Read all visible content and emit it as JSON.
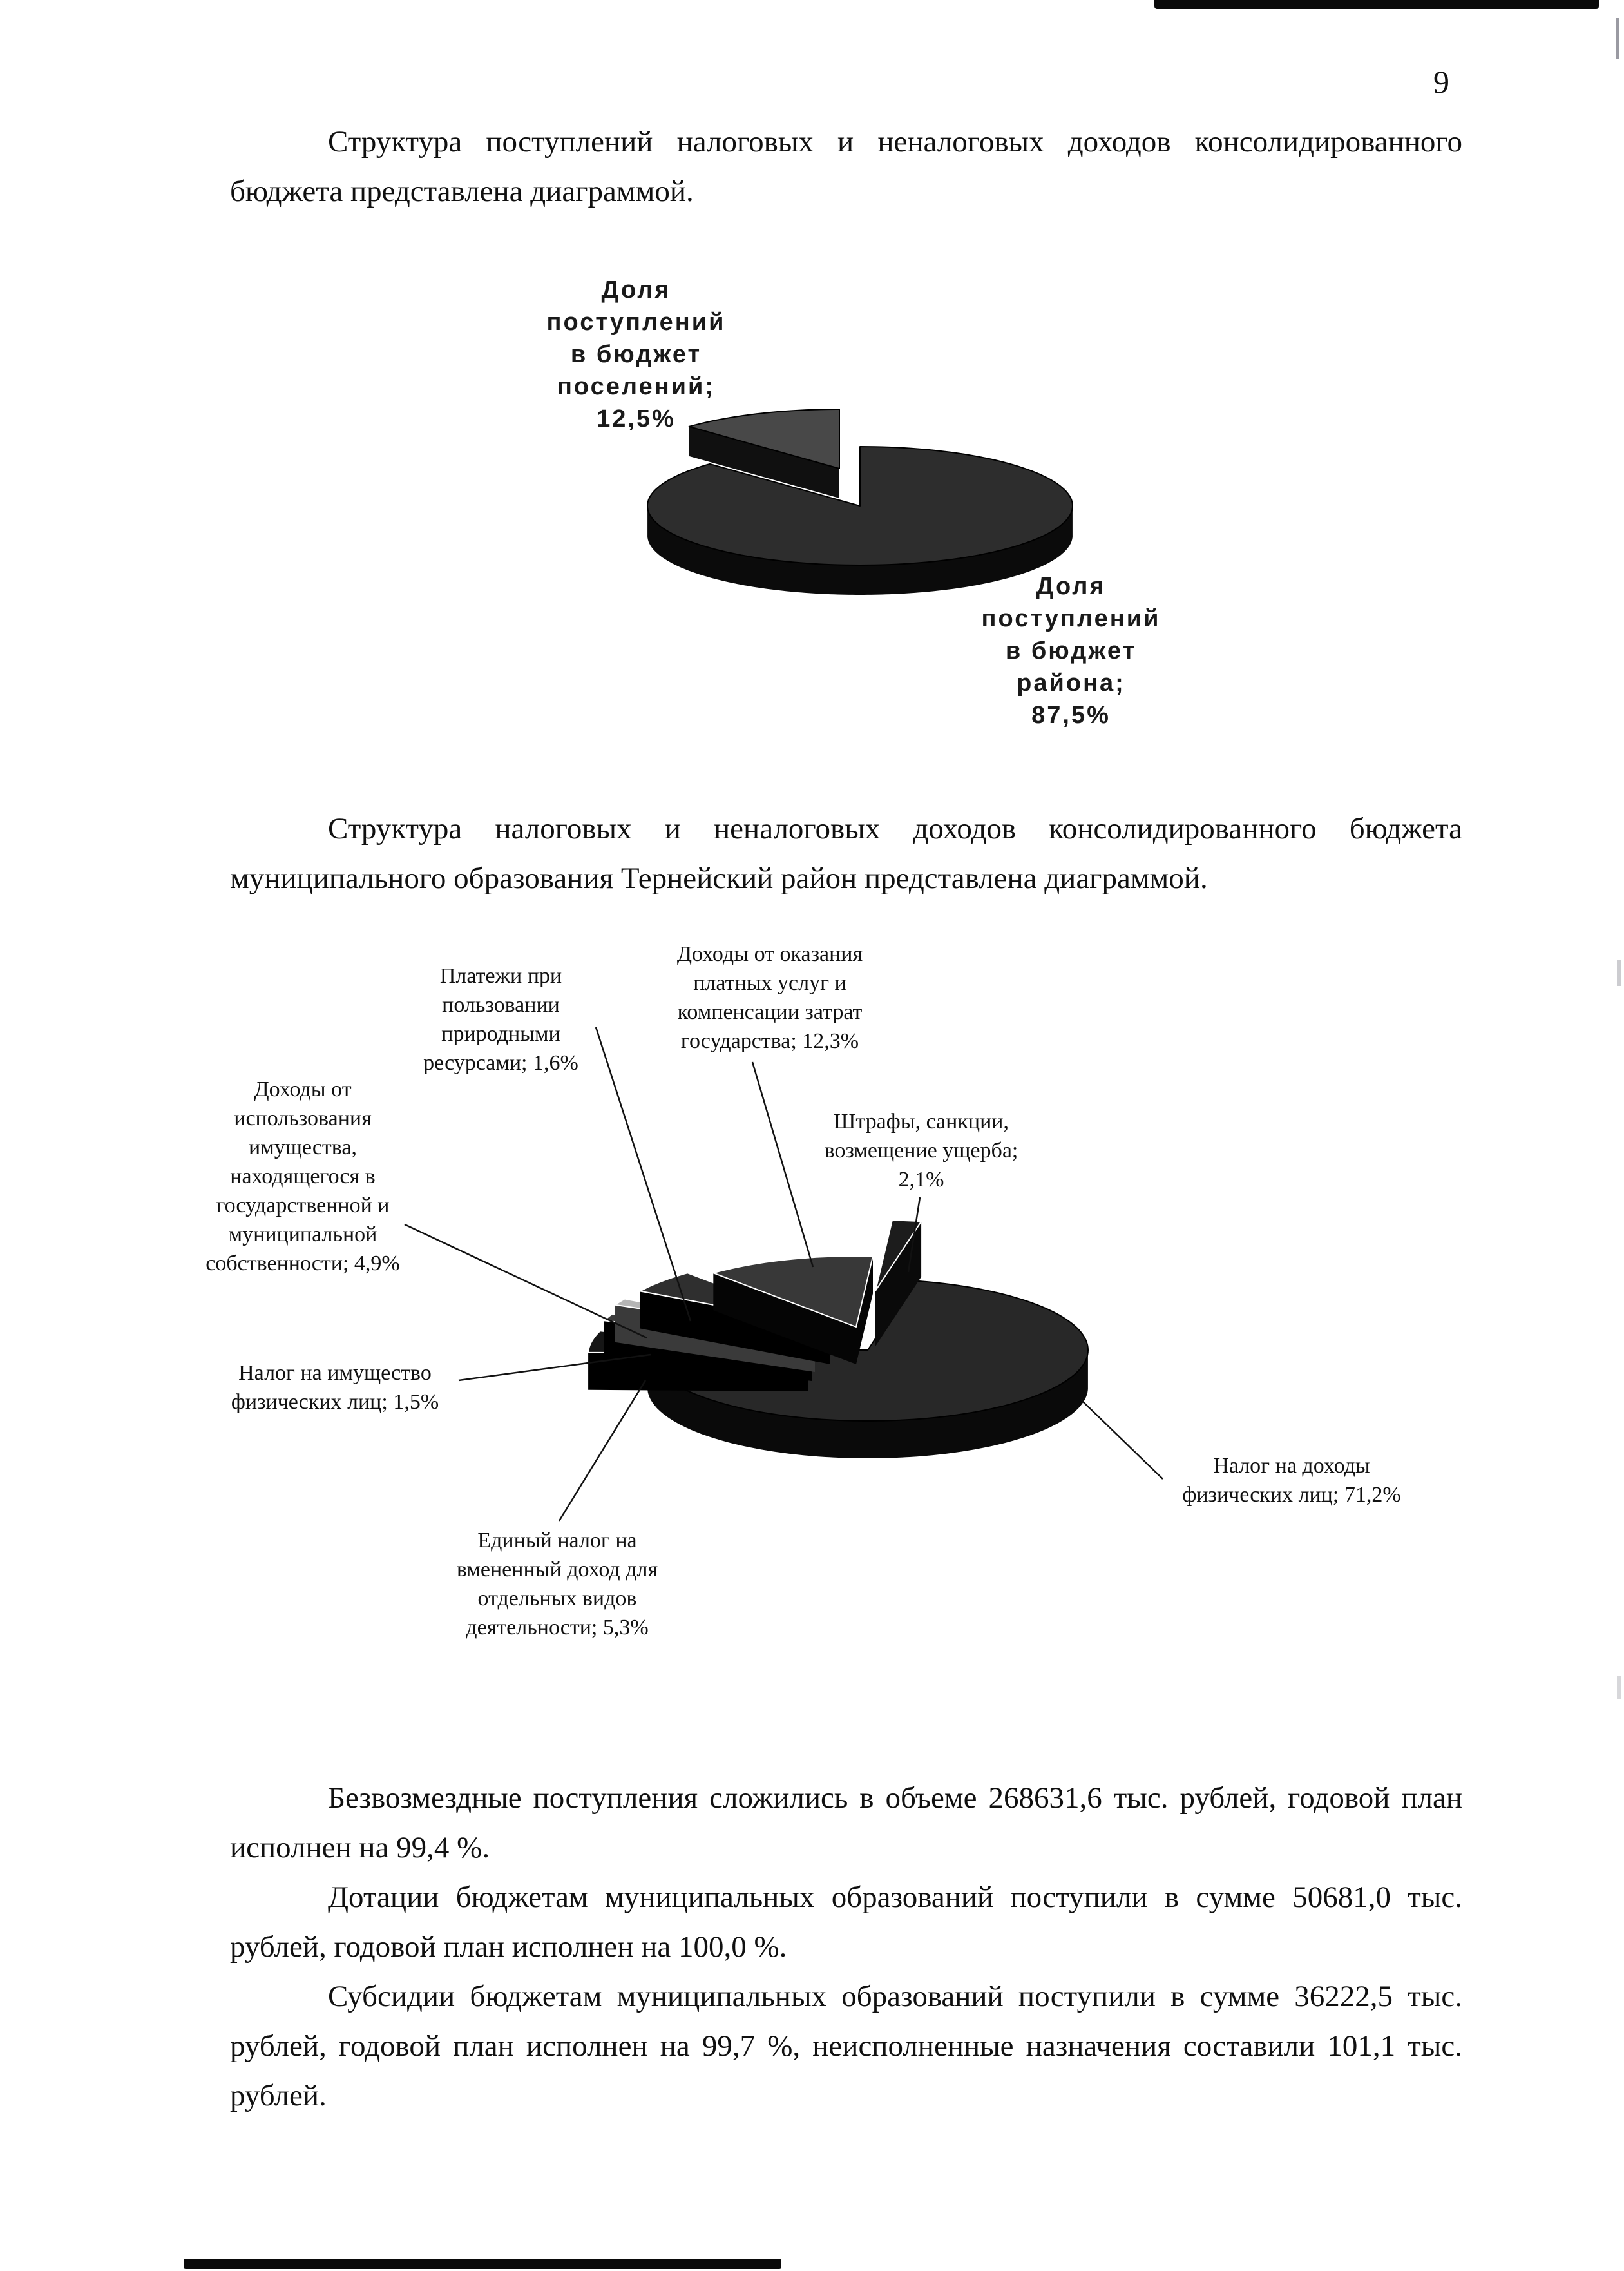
{
  "page": {
    "number": "9"
  },
  "paragraphs": {
    "p1": "Структура поступлений налоговых и неналоговых доходов консолидированного бюджета представлена диаграммой.",
    "p2": "Структура налоговых и неналоговых доходов консолидированного бюджета муниципального образования Тернейский район представлена диаграммой.",
    "p3": "Безвозмездные поступления сложились в объеме 268631,6 тыс. рублей, годовой план исполнен на 99,4 %.",
    "p4": "Дотации бюджетам муниципальных образований поступили в сумме 50681,0 тыс. рублей, годовой план исполнен на 100,0 %.",
    "p5": "Субсидии бюджетам муниципальных образований поступили в сумме 36222,5 тыс. рублей, годовой план исполнен на 99,7 %, неисполненные назначения составили 101,1 тыс. рублей."
  },
  "chart_data": [
    {
      "type": "pie",
      "style": "3d-exploded",
      "title": "Структура поступлений налоговых и неналоговых доходов консолидированного бюджета",
      "unit": "%",
      "legend": "none",
      "slices": [
        {
          "label": "Доля поступлений в бюджет поселений",
          "value": 12.5
        },
        {
          "label": "Доля поступлений в бюджет района",
          "value": 87.5
        }
      ],
      "callouts": [
        {
          "text": "Доля\nпоступлений\nв бюджет\nпоселений;\n12,5%"
        },
        {
          "text": "Доля\nпоступлений\nв бюджет\nрайона;\n87,5%"
        }
      ]
    },
    {
      "type": "pie",
      "style": "3d-exploded",
      "title": "Структура налоговых и неналоговых доходов консолидированного бюджета муниципального образования Тернейский район",
      "unit": "%",
      "legend": "none",
      "slices": [
        {
          "label": "Налог на доходы физических лиц",
          "value": 71.2
        },
        {
          "label": "Доходы от использования имущества, находящегося в государственной и муниципальной собственности",
          "value": 4.9
        },
        {
          "label": "Платежи при пользовании природными ресурсами",
          "value": 1.6
        },
        {
          "label": "Налог на имущество физических лиц",
          "value": 1.5
        },
        {
          "label": "Единый налог на вмененный доход для отдельных видов деятельности",
          "value": 5.3
        },
        {
          "label": "Доходы от оказания платных услуг и компенсации затрат государства",
          "value": 12.3
        },
        {
          "label": "Штрафы, санкции, возмещение ущерба",
          "value": 2.1
        }
      ],
      "callouts": [
        {
          "text": "Платежи при\nпользовании\nприродными\nресурсами; 1,6%"
        },
        {
          "text": "Доходы от оказания\nплатных услуг и\nкомпенсации затрат\nгосударства; 12,3%"
        },
        {
          "text": "Доходы от\nиспользования\nимущества,\nнаходящегося в\nгосударственной и\nмуниципальной\nсобственности; 4,9%"
        },
        {
          "text": "Штрафы, санкции,\nвозмещение ущерба;\n2,1%"
        },
        {
          "text": "Налог на имущество\nфизических лиц; 1,5%"
        },
        {
          "text": "Налог на доходы\nфизических лиц; 71,2%"
        },
        {
          "text": "Единый налог на\nвмененный доход для\nотдельных видов\nдеятельности; 5,3%"
        }
      ]
    }
  ]
}
